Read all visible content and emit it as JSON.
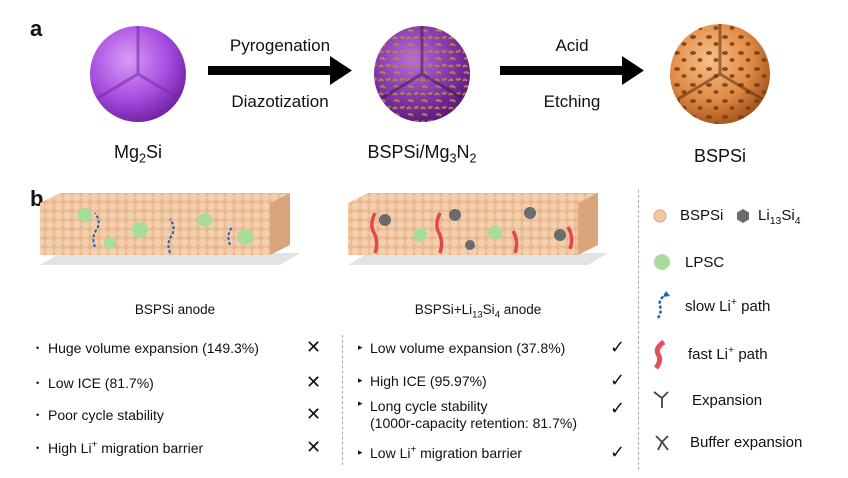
{
  "panel_a": {
    "label": "a",
    "arrow1": {
      "top": "Pyrogenation",
      "bottom": "Diazotization"
    },
    "arrow2": {
      "top": "Acid",
      "bottom": "Etching"
    },
    "materials": [
      {
        "base": "Mg",
        "sub": "2",
        "rest": "Si"
      },
      {
        "base": "BSPSi/Mg",
        "sub1": "3",
        "mid": "N",
        "sub2": "2"
      },
      {
        "base": "BSPSi"
      }
    ]
  },
  "panel_b": {
    "label": "b",
    "left": {
      "caption": "BSPSi anode",
      "items": [
        {
          "text": "Huge volume expansion (149.3%)",
          "mark": "✕"
        },
        {
          "text": "Low ICE (81.7%)",
          "mark": "✕"
        },
        {
          "text": "Poor cycle stability",
          "mark": "✕"
        },
        {
          "pre": "High Li",
          "sup": "+",
          "post": " migration barrier",
          "mark": "✕"
        }
      ]
    },
    "right": {
      "caption_pre": "BSPSi+Li",
      "caption_sub1": "13",
      "caption_mid": "Si",
      "caption_sub2": "4",
      "caption_post": " anode",
      "items": [
        {
          "text": "Low volume expansion (37.8%)",
          "mark": "✓"
        },
        {
          "text": "High ICE (95.97%)",
          "mark": "✓"
        },
        {
          "line1": "Long cycle stability",
          "line2": "(1000r-capacity retention: 81.7%)",
          "mark": "✓"
        },
        {
          "pre": "Low Li",
          "sup": "+",
          "post": " migration barrier",
          "mark": "✓"
        }
      ]
    }
  },
  "legend": {
    "bspsi": "BSPSi",
    "li_pre": "Li",
    "li_sub1": "13",
    "li_mid": "Si",
    "li_sub2": "4",
    "lpsc": "LPSC",
    "slow_pre": "slow Li",
    "slow_sup": "+",
    "slow_post": " path",
    "fast_pre": "fast Li",
    "fast_sup": "+",
    "fast_post": " path",
    "expansion": "Expansion",
    "buffer": "Buffer expansion"
  },
  "colors": {
    "mg2si": "#a64be0",
    "mg3n2_base": "#8a2fb3",
    "mg3n2_speck": "#a06a3a",
    "bspsi": "#e08a45",
    "bspsi_hole": "#7a3c10",
    "bspsi_bead": "#f0c9a4",
    "li13si4_bead": "#6b6b6b",
    "lpsc_bead": "#a8dd98",
    "slow_path": "#2a5fb0",
    "fast_path": "#e0303c"
  }
}
